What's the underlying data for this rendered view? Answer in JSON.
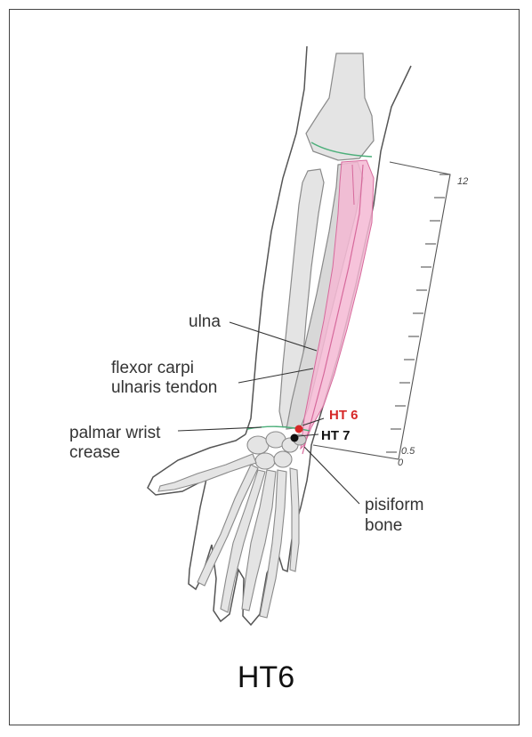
{
  "title": "HT6",
  "labels": {
    "ulna": "ulna",
    "flexor_line1": "flexor carpi",
    "flexor_line2": "ulnaris tendon",
    "crease_line1": "palmar wrist",
    "crease_line2": "crease",
    "pisiform_line1": "pisiform",
    "pisiform_line2": "bone"
  },
  "points": [
    {
      "label": "HT 6",
      "color": "#d62828"
    },
    {
      "label": "HT 7",
      "color": "#111111"
    }
  ],
  "ruler": {
    "top_label": "12",
    "mid_label": "0.5",
    "zero_label": "0"
  },
  "colors": {
    "bone_fill": "#e4e4e4",
    "bone_stroke": "#8a8a8a",
    "muscle_fill": "#f4b9d4",
    "muscle_stroke": "#d66a9c",
    "crease_line": "#4caf7a",
    "outline": "#555555"
  }
}
